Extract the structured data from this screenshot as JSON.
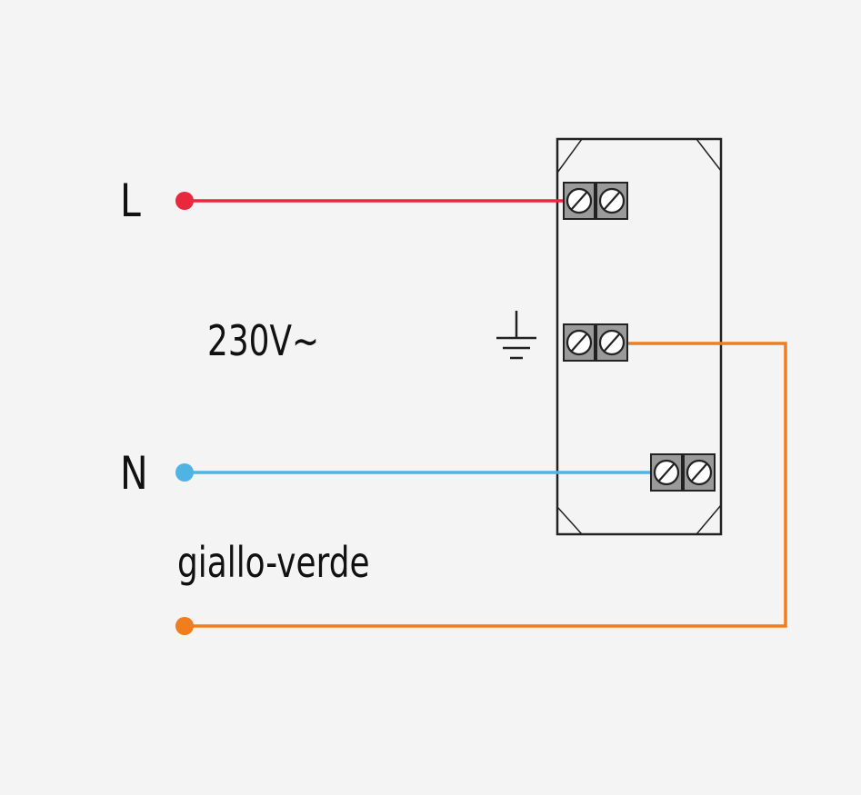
{
  "labels": {
    "line": "L",
    "neutral": "N",
    "voltage": "230V~",
    "earth_wire": "giallo-verde"
  },
  "colors": {
    "background": "#f4f4f4",
    "line_wire": "#e8283c",
    "neutral_wire": "#4fb3e3",
    "earth_wire": "#f07d1e",
    "outline": "#222222",
    "terminal_fill": "#9a9a9a"
  },
  "icons": {
    "earth_symbol": "earth-ground-icon"
  }
}
